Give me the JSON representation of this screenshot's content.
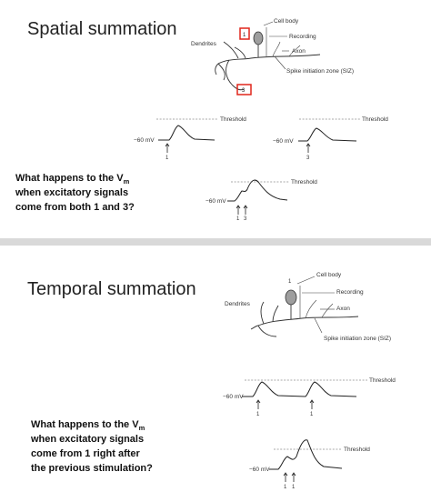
{
  "spatial": {
    "title": "Spatial summation",
    "neuron_labels": {
      "cell_body": "Cell body",
      "recording": "Recording",
      "axon": "Axon",
      "siz": "Spike initiation zone (SIZ)",
      "dendrites": "Dendrites"
    },
    "markers": {
      "site_1": "1",
      "site_3": "3"
    },
    "left_trace": {
      "threshold": "Threshold",
      "rest": "−60 mV",
      "stim": "1"
    },
    "right_trace": {
      "threshold": "Threshold",
      "rest": "−60 mV",
      "stim": "3"
    },
    "combined_trace": {
      "threshold": "Threshold",
      "rest": "−60 mV",
      "stim_a": "1",
      "stim_b": "3"
    },
    "question": {
      "line1_pre": "What happens to the V",
      "line1_sub": "m",
      "line2": "when excitatory signals",
      "line3": "come from both 1 and 3?"
    }
  },
  "temporal": {
    "title": "Temporal summation",
    "neuron_labels": {
      "cell_body": "Cell body",
      "recording": "Recording",
      "axon": "Axon",
      "siz": "Spike initiation zone (SIZ)",
      "dendrites": "Dendrites",
      "site": "1"
    },
    "spaced_trace": {
      "threshold": "Threshold",
      "rest": "−60 mV",
      "stim_a": "1",
      "stim_b": "1"
    },
    "rapid_trace": {
      "threshold": "Threshold",
      "rest": "−60 mV",
      "stim_a": "1",
      "stim_b": "1"
    },
    "question": {
      "line1_pre": "What happens to the V",
      "line1_sub": "m",
      "line2": "when excitatory signals",
      "line3": "come from 1 right after",
      "line4": "the previous stimulation?"
    }
  },
  "colors": {
    "highlight": "#e0261b",
    "divider": "#d9d9d9"
  }
}
